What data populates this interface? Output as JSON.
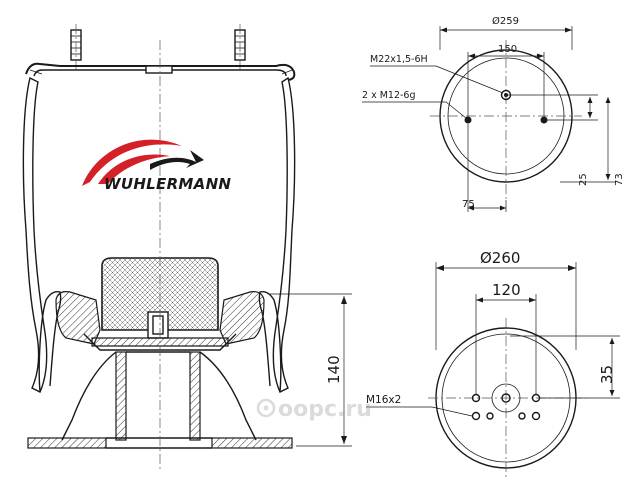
{
  "brand": {
    "name": "WUHLERMANN",
    "swoosh_red": "#d42027",
    "swoosh_dark": "#1a1a1a"
  },
  "top_view": {
    "outer_diameter": "Ø259",
    "bolt_spacing": "150",
    "port_thread": "M22x1,5-6H",
    "stud_thread": "2 x M12-6g",
    "offset_small": "25",
    "offset_large": "73",
    "offset_horizontal": "75"
  },
  "bottom_view": {
    "outer_diameter": "Ø260",
    "bolt_spacing": "120",
    "offset_vertical": "35",
    "bolt_thread": "M16x2"
  },
  "side_view": {
    "piston_height": "140"
  },
  "watermark": {
    "text": "oopc.ru"
  }
}
